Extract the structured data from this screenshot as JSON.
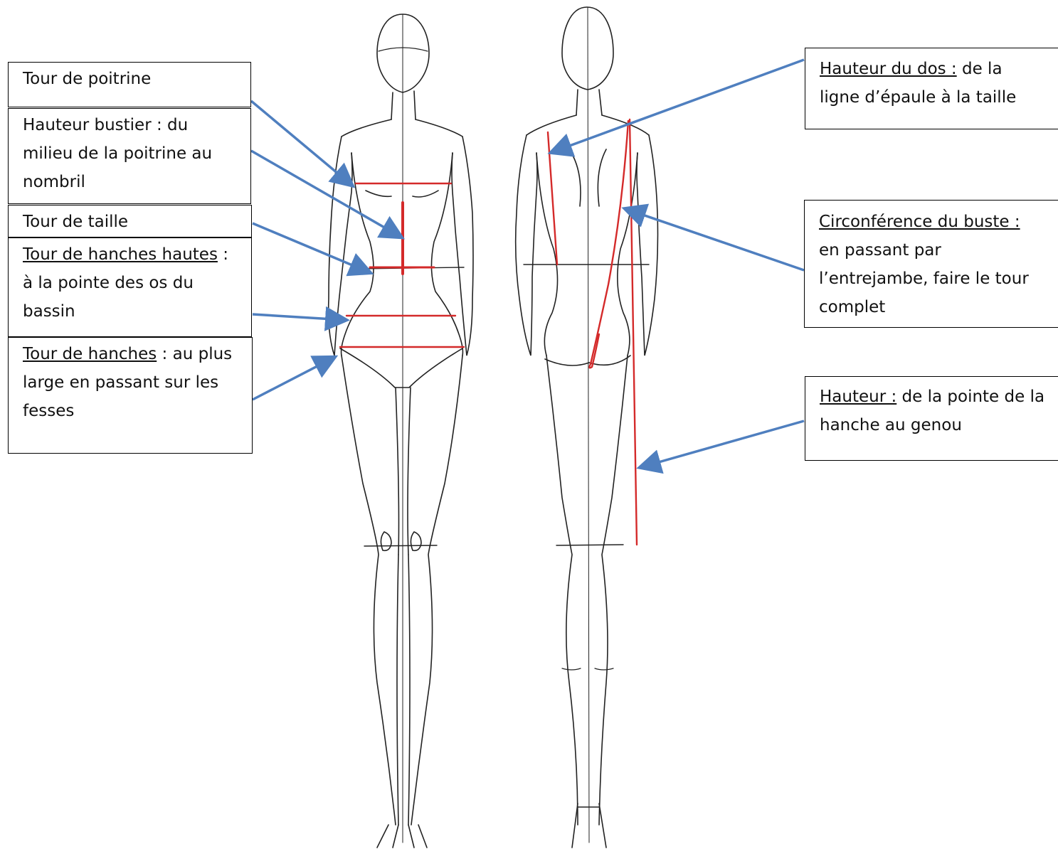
{
  "labels": {
    "tour_poitrine": {
      "text": "Tour de poitrine"
    },
    "hauteur_bustier": {
      "text": "Hauteur bustier : du milieu de la poitrine au nombril"
    },
    "tour_taille": {
      "text": "Tour de taille"
    },
    "hanches_hautes": {
      "title": "Tour de hanches hautes",
      "text": " : à la pointe des os du bassin"
    },
    "hanches": {
      "title": "Tour de hanches",
      "text": " : au plus large en passant sur les fesses"
    },
    "hauteur_dos": {
      "title": "Hauteur du dos :",
      "text": " de la ligne d’épaule à la taille"
    },
    "circonference_buste": {
      "title": "Circonférence du buste :",
      "text": " en passant par l’entrejambe, faire le tour complet"
    },
    "hauteur": {
      "title": "Hauteur :",
      "text": " de la pointe de la hanche au genou"
    }
  },
  "colors": {
    "measure_line": "#d42a2a",
    "arrow": "#4f7fbf",
    "sketch": "#222222"
  }
}
